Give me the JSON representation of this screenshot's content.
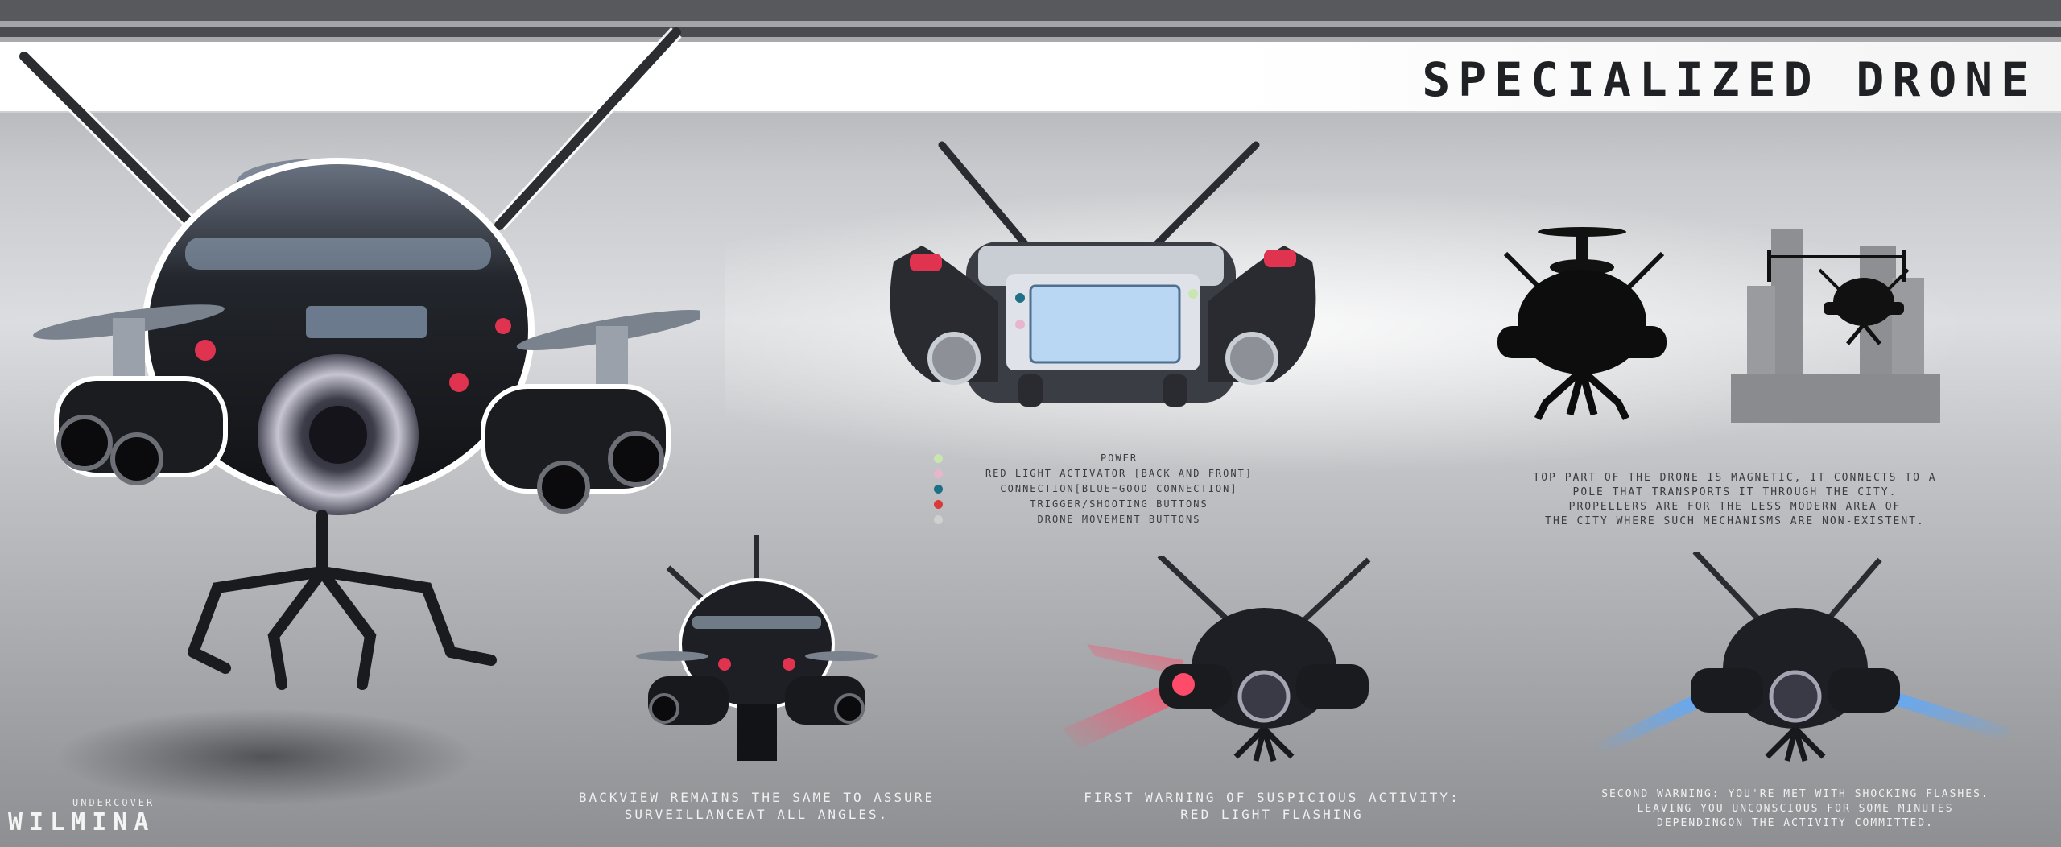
{
  "title": "Specialized Drone",
  "legend": {
    "items": [
      {
        "label": "Power",
        "color": "#c8e6b0"
      },
      {
        "label": "Red light activator [back and front]",
        "color": "#e8b6cc"
      },
      {
        "label": "Connection[blue=good connection]",
        "color": "#1f6f86"
      },
      {
        "label": "Trigger/shooting buttons",
        "color": "#d83a3a"
      },
      {
        "label": "Drone movement buttons",
        "color": "#d0d0d0"
      }
    ]
  },
  "magnetic_note": [
    "Top part of the drone is magnetic, it connects to a",
    "pole that transports it through the city.",
    "Propellers are for the less modern area of",
    "the city where such mechanisms are non-existent."
  ],
  "captions": {
    "backview": [
      "Backview remains the same to assure",
      "surveillanceat all angles."
    ],
    "first_warning": [
      "First warning of suspicious activity:",
      "red light flashing"
    ],
    "second_warning": [
      "Second warning: you're met with shocking flashes.",
      "leaving you unconscious for some minutes",
      "dependingon the activity committed."
    ]
  },
  "logo": {
    "sub": "Undercover",
    "main": "WILMINA"
  },
  "colors": {
    "accent_red": "#e0334f",
    "screen_blue": "#b9d6f2",
    "flash_blue": "#5aa9ff"
  }
}
